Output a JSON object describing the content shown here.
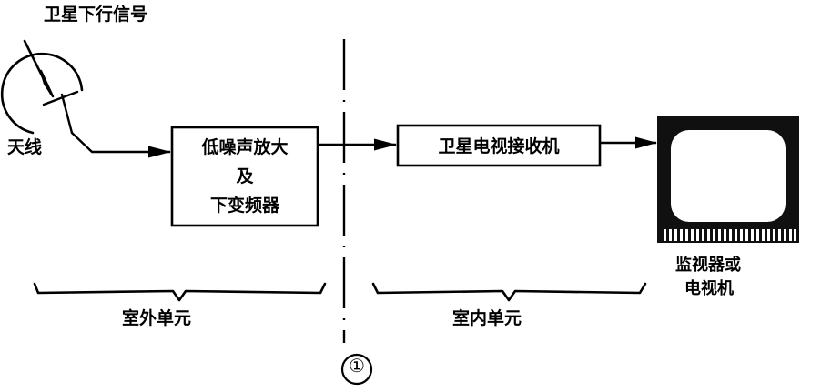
{
  "figure": {
    "number_label": "①",
    "caption_top": "卫星下行信号",
    "antenna_label": "天线"
  },
  "blocks": [
    {
      "id": "lnb",
      "lines": [
        "低噪声放大",
        "及",
        "下变频器"
      ],
      "line1": "低噪声放大",
      "line2": "及",
      "line3": "下变频器"
    },
    {
      "id": "receiver",
      "line1": "卫星电视接收机"
    }
  ],
  "display": {
    "label_line1": "监视器或",
    "label_line2": "电视机"
  },
  "sections": {
    "outdoor": "室外单元",
    "indoor": "室内单元"
  },
  "colors": {
    "ink": "#000000",
    "paper": "#ffffff",
    "tv_body": "#101010",
    "tv_screen": "#ffffff"
  }
}
